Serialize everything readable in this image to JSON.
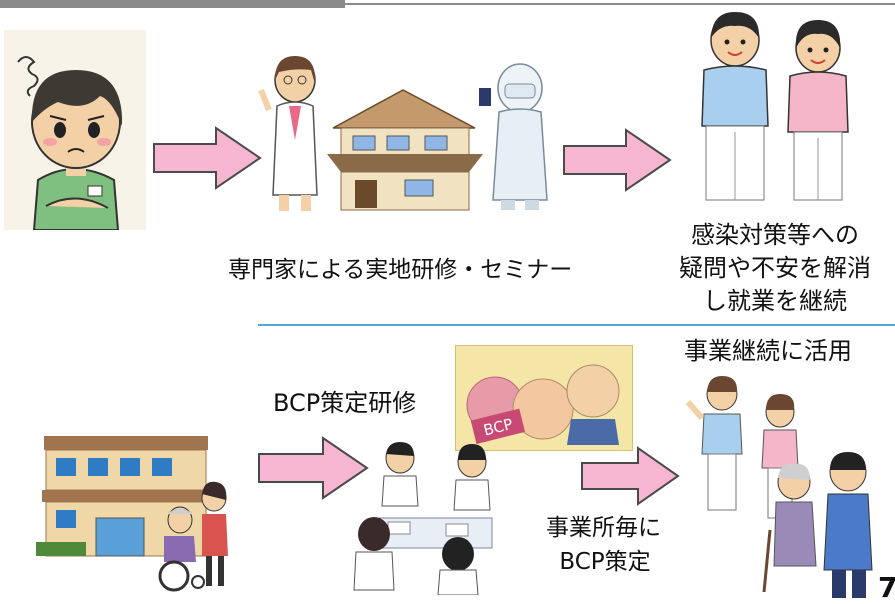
{
  "colors": {
    "arrow_fill": "#f6b6d1",
    "arrow_stroke": "#4a4a4a",
    "divider": "#5aa6d6",
    "topbar": "#8a8a8a"
  },
  "upper": {
    "seminar_caption": "専門家による実地研修・セミナー",
    "outcome_lines": [
      "感染対策等への",
      "疑問や不安を解消",
      "し就業を継続"
    ]
  },
  "lower": {
    "bcp_training_caption": "BCP策定研修",
    "continuation_caption": "事業継続に活用",
    "per_office_lines": [
      "事業所毎に",
      "BCP策定"
    ],
    "poster_word": "BCP"
  },
  "page_number": "7"
}
